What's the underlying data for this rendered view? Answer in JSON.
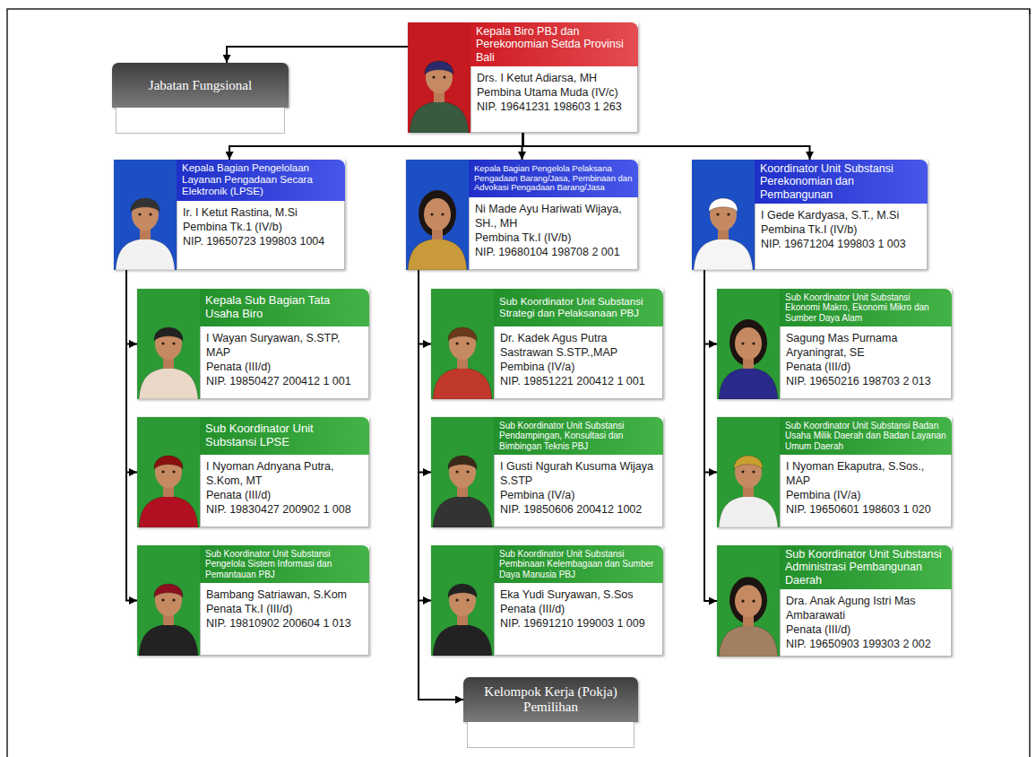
{
  "diagram": {
    "nodes": [
      {
        "text": [
          "Kepala Biro PBJ dan Perekonomian Setda Provinsi Bali",
          "Drs. I Ketut Adiarsa, MH",
          "Pembina Utama Muda (IV/c)",
          "NIP. 19641231 198603 1 263"
        ]
      },
      {
        "text": [
          "Jabatan Fungsional"
        ]
      },
      {
        "text": [
          "Kepala Bagian Pengelolaan Layanan Pengadaan Secara Elektronik (LPSE)",
          "Ir. I Ketut Rastina, M.Si",
          "Pembina Tk.1 (IV/b)",
          "NIP. 19650723 199803 1004"
        ]
      },
      {
        "text": [
          "Kepala Bagian Pengelola Pelaksana Pengadaan Barang/Jasa, Pembinaan dan Advokasi Pengadaan Barang/Jasa",
          "Ni Made Ayu Hariwati Wijaya, SH., MH",
          "Pembina Tk.I (IV/b)",
          "NIP. 19680104 198708 2 001"
        ]
      },
      {
        "text": [
          "Koordinator Unit Substansi Perekonomian dan Pembangunan",
          "I Gede Kardyasa, S.T., M.Si",
          "Pembina Tk.I (IV/b)",
          "NIP. 19671204 199803 1 003"
        ]
      },
      {
        "text": [
          "Kepala Sub Bagian Tata Usaha Biro",
          "I Wayan Suryawan, S.STP, MAP",
          "Penata (III/d)",
          "NIP. 19850427 200412 1 001"
        ]
      },
      {
        "text": [
          "Sub Koordinator Unit Substansi Strategi dan Pelaksanaan PBJ",
          "Dr. Kadek Agus Putra Sastrawan S.STP.,MAP",
          "Pembina (IV/a)",
          "NIP. 19851221 200412 1 001"
        ]
      },
      {
        "text": [
          "Sub Koordinator Unit Substansi Ekonomi Makro, Ekonomi Mikro dan Sumber Daya Alam",
          "Sagung Mas Purnama Aryaningrat, SE",
          "Penata (III/d)",
          "NIP. 19650216 198703 2 013"
        ]
      },
      {
        "text": [
          "Sub Koordinator Unit Substansi LPSE",
          "I Nyoman Adnyana Putra, S.Kom, MT",
          "Penata (III/d)",
          "NIP. 19830427 200902 1 008"
        ]
      },
      {
        "text": [
          "Sub Koordinator Unit Substansi Pendampingan, Konsultasi dan Bimbingan Teknis PBJ",
          "I Gusti Ngurah Kusuma Wijaya S.STP",
          "Pembina (IV/a)",
          "NIP. 19850606 200412 1002"
        ]
      },
      {
        "text": [
          "Sub Koordinator Unit Substansi Badan Usaha Milik Daerah dan Badan Layanan Umum Daerah",
          "I Nyoman Ekaputra, S.Sos., MAP",
          "Pembina (IV/a)",
          "NIP. 19650601 198603 1 020"
        ]
      },
      {
        "text": [
          "Sub Koordinator Unit Substansi Pengelola Sistem Informasi dan Pemantauan PBJ",
          "Bambang Satriawan, S.Kom",
          "Penata Tk.I (III/d)",
          "NIP. 19810902 200604 1 013"
        ]
      },
      {
        "text": [
          "Sub Koordinator Unit Substansi Pembinaan Kelembagaan dan Sumber Daya Manusia PBJ",
          "Eka Yudi Suryawan, S.Sos",
          "Penata (III/d)",
          "NIP. 19691210 199003 1 009"
        ]
      },
      {
        "text": [
          "Sub Koordinator Unit Substansi Administrasi Pembangunan Daerah",
          "Dra. Anak Agung Istri Mas Ambarawati",
          "Penata (III/d)",
          "NIP. 19650903 199303 2 002"
        ]
      },
      {
        "text": [
          "Kelompok Kerja (Pokja) Pemilihan"
        ]
      }
    ],
    "edges": [
      {
        "from": 0,
        "to": 1,
        "arrow": "to"
      },
      {
        "from": 0,
        "to": 2,
        "arrow": "to"
      },
      {
        "from": 0,
        "to": 3,
        "arrow": "to"
      },
      {
        "from": 0,
        "to": 4,
        "arrow": "to"
      },
      {
        "from": 2,
        "to": 5,
        "arrow": "to"
      },
      {
        "from": 2,
        "to": 8,
        "arrow": "to"
      },
      {
        "from": 2,
        "to": 11,
        "arrow": "to"
      },
      {
        "from": 3,
        "to": 6,
        "arrow": "to"
      },
      {
        "from": 3,
        "to": 9,
        "arrow": "to"
      },
      {
        "from": 3,
        "to": 12,
        "arrow": "to"
      },
      {
        "from": 3,
        "to": 14,
        "arrow": "to"
      },
      {
        "from": 4,
        "to": 7,
        "arrow": "to"
      },
      {
        "from": 4,
        "to": 10,
        "arrow": "to"
      },
      {
        "from": 4,
        "to": 13,
        "arrow": "to"
      }
    ]
  }
}
